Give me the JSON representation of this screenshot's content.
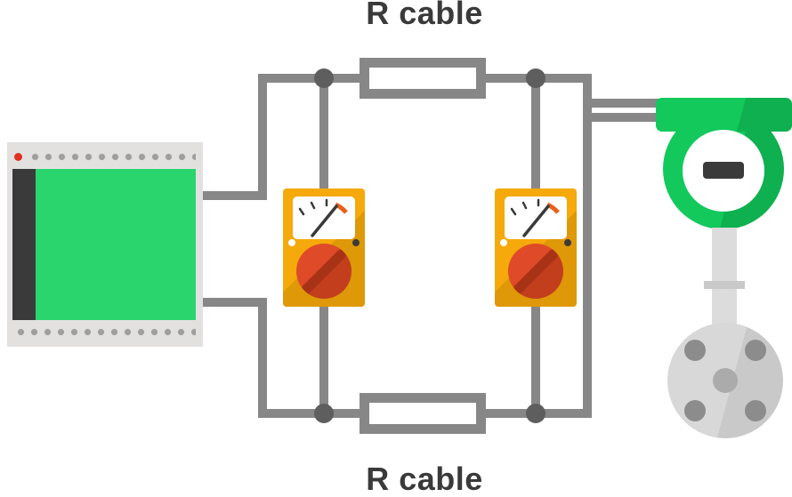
{
  "labels": {
    "top": "R cable",
    "bottom": "R cable"
  },
  "components": {
    "left_device": "control-board-with-display",
    "meter_left": "analog-multimeter",
    "meter_right": "analog-multimeter",
    "top_resistor": "cable-resistance-symbol",
    "bottom_resistor": "cable-resistance-symbol",
    "right_device": "field-transmitter-with-flange-sensor"
  },
  "colors": {
    "wire": "#878787",
    "junction": "#5E5E5E",
    "text": "#3A3A3A",
    "pcb_frame": "#E3E1E0",
    "pcb_green": "#2BD56D",
    "pcb_strip": "#3A3A3A",
    "pcb_dot": "#9E9E9E",
    "pcb_led": "#E0301E",
    "meter_yellow": "#F5A90A",
    "knob_red": "#DF4A28",
    "knob_red_dark": "#C23E1D",
    "knob_stripe": "#A83216",
    "transmitter_green": "#13C95C",
    "transmitter_green_dark": "#0FB04F",
    "metal_light": "#DCDCDC",
    "metal_mid": "#C9C9C9",
    "flange": "#D8D8D8",
    "flange_dark": "#C9C9C9",
    "bolt": "#8C8C8C",
    "hub": "#ABABAB"
  }
}
